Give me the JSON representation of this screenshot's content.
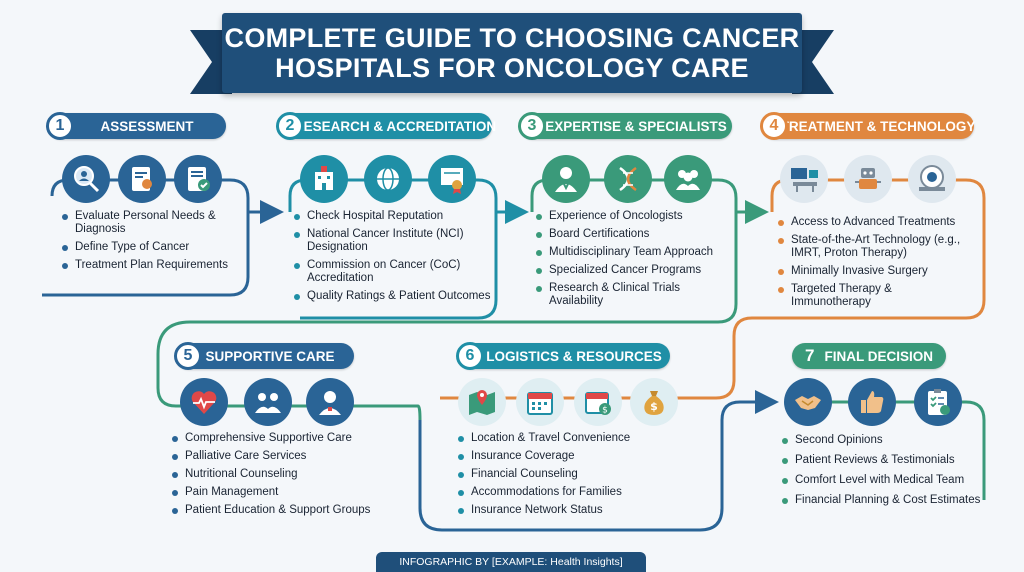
{
  "title": {
    "line1": "COMPLETE GUIDE TO CHOOSING CANCER",
    "line2": "HOSPITALS FOR ONCOLOGY CARE"
  },
  "colors": {
    "blue": "#2a6496",
    "dark_blue": "#1f4f7a",
    "teal": "#1f8fa6",
    "green": "#3a9a7a",
    "orange": "#e0873f"
  },
  "steps": [
    {
      "number": "1",
      "title": "ASSESSMENT",
      "icons": [
        "magnifier-person-icon",
        "clipboard-search-icon",
        "checklist-icon"
      ],
      "items": [
        "Evaluate Personal Needs & Diagnosis",
        "Define Type of Cancer",
        "Treatment Plan Requirements"
      ]
    },
    {
      "number": "2",
      "title": "RESEARCH & ACCREDITATION",
      "icons": [
        "hospital-icon",
        "globe-icon",
        "certificate-icon"
      ],
      "items": [
        "Check Hospital Reputation",
        "National Cancer Institute (NCI) Designation",
        "Commission on Cancer (CoC) Accreditation",
        "Quality Ratings & Patient Outcomes"
      ]
    },
    {
      "number": "3",
      "title": "EXPERTISE & SPECIALISTS",
      "icons": [
        "doctor-icon",
        "dna-icon",
        "team-icon"
      ],
      "items": [
        "Experience of Oncologists",
        "Board Certifications",
        "Multidisciplinary Team Approach",
        "Specialized Cancer Programs",
        "Research & Clinical Trials Availability"
      ]
    },
    {
      "number": "4",
      "title": "TREATMENT & TECHNOLOGY",
      "icons": [
        "monitor-equipment-icon",
        "robot-icon",
        "mri-scanner-icon"
      ],
      "items": [
        "Access to Advanced Treatments",
        "State-of-the-Art Technology (e.g., IMRT, Proton Therapy)",
        "Minimally Invasive Surgery",
        "Targeted Therapy & Immunotherapy"
      ]
    },
    {
      "number": "5",
      "title": "SUPPORTIVE CARE",
      "icons": [
        "heart-pulse-icon",
        "support-group-icon",
        "nurse-icon"
      ],
      "items": [
        "Comprehensive Supportive Care",
        "Palliative Care Services",
        "Nutritional Counseling",
        "Pain Management",
        "Patient Education & Support Groups"
      ]
    },
    {
      "number": "6",
      "title": "LOGISTICS & RESOURCES",
      "icons": [
        "map-pin-icon",
        "calendar-icon",
        "calendar-dollar-icon",
        "money-bag-icon"
      ],
      "items": [
        "Location & Travel Convenience",
        "Insurance Coverage",
        "Financial Counseling",
        "Accommodations for Families",
        "Insurance Network Status"
      ]
    },
    {
      "number": "7",
      "title": "FINAL DECISION",
      "icons": [
        "handshake-icon",
        "thumbs-up-icon",
        "checklist-clipboard-icon"
      ],
      "items": [
        "Second Opinions",
        "Patient Reviews & Testimonials",
        "Comfort Level with Medical Team",
        "Financial Planning & Cost Estimates"
      ]
    }
  ],
  "footer": "INFOGRAPHIC BY [EXAMPLE: Health Insights]"
}
